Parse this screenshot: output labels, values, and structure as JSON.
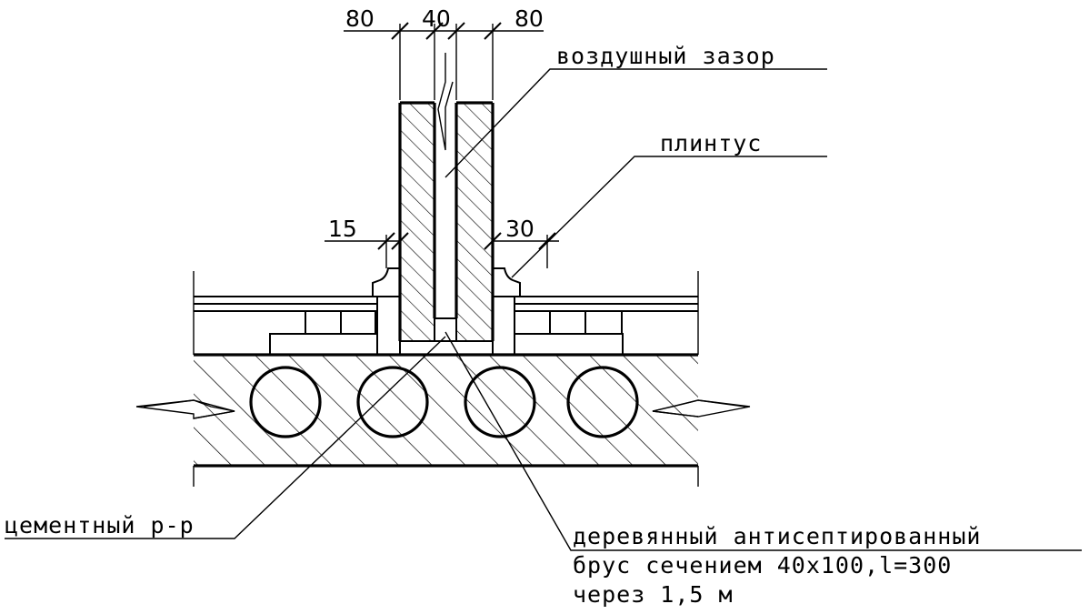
{
  "dimensions": {
    "top_left": "80",
    "top_mid": "40",
    "top_right": "80",
    "low_left": "15",
    "low_right": "30"
  },
  "labels": {
    "air_gap": "воздушный зазор",
    "baseboard": "плинтус",
    "cement": "цементный р-р",
    "beam_line1": "деревянный антисептированный",
    "beam_line2": "брус сечением 40х100,l=300",
    "beam_line3": "через 1,5 м"
  }
}
